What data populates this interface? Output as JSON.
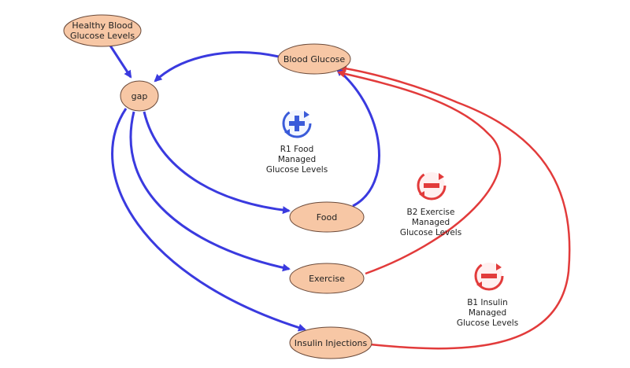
{
  "colors": {
    "node_fill": "#F7C7A5",
    "node_stroke": "#6b4a3a",
    "positive_link": "#3A3ADF",
    "negative_link": "#E23B3B",
    "reinforcing_icon": "#3A5BD9",
    "balancing_icon": "#E23B3B"
  },
  "nodes": {
    "healthy": {
      "line1": "Healthy Blood",
      "line2": "Glucose Levels"
    },
    "blood_glucose": {
      "label": "Blood Glucose"
    },
    "gap": {
      "label": "gap"
    },
    "food": {
      "label": "Food"
    },
    "exercise": {
      "label": "Exercise"
    },
    "insulin": {
      "label": "Insulin Injections"
    }
  },
  "loops": {
    "r1": {
      "type": "reinforcing",
      "icon": "plus-icon",
      "line1": "R1 Food",
      "line2": "Managed",
      "line3": "Glucose Levels"
    },
    "b2": {
      "type": "balancing",
      "icon": "minus-icon",
      "line1": "B2 Exercise",
      "line2": "Managed",
      "line3": "Glucose Levels"
    },
    "b1": {
      "type": "balancing",
      "icon": "minus-icon",
      "line1": "B1 Insulin",
      "line2": "Managed",
      "line3": "Glucose Levels"
    }
  }
}
